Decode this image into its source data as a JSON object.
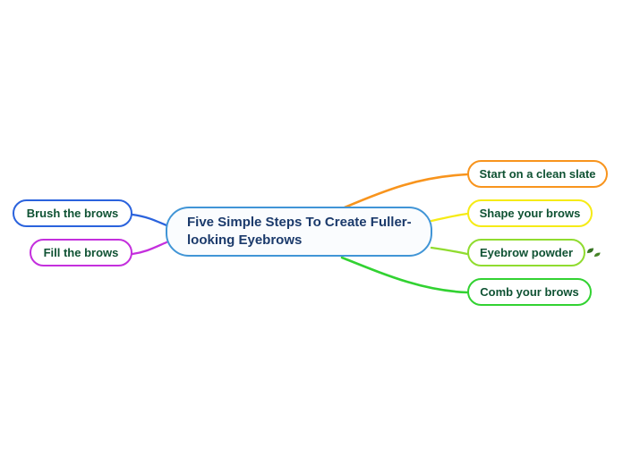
{
  "mindmap": {
    "root": {
      "label": "Five Simple Steps To Create Fuller-looking Eyebrows",
      "border_color": "#4195d6",
      "fill_color": "#fafcfe",
      "text_color": "#1b3a6b"
    },
    "branch_text_color": "#0f5233",
    "branches": {
      "left": [
        {
          "label": "Brush the brows",
          "border_color": "#2b63dd"
        },
        {
          "label": "Fill the brows",
          "border_color": "#c42fdd"
        }
      ],
      "right": [
        {
          "label": "Start on a clean slate",
          "border_color": "#f8941d"
        },
        {
          "label": "Shape your brows",
          "border_color": "#f6eb16"
        },
        {
          "label": "Eyebrow powder",
          "border_color": "#90dc2f",
          "icon": "leaf-icon"
        },
        {
          "label": "Comb your brows",
          "border_color": "#32d232"
        }
      ]
    }
  }
}
